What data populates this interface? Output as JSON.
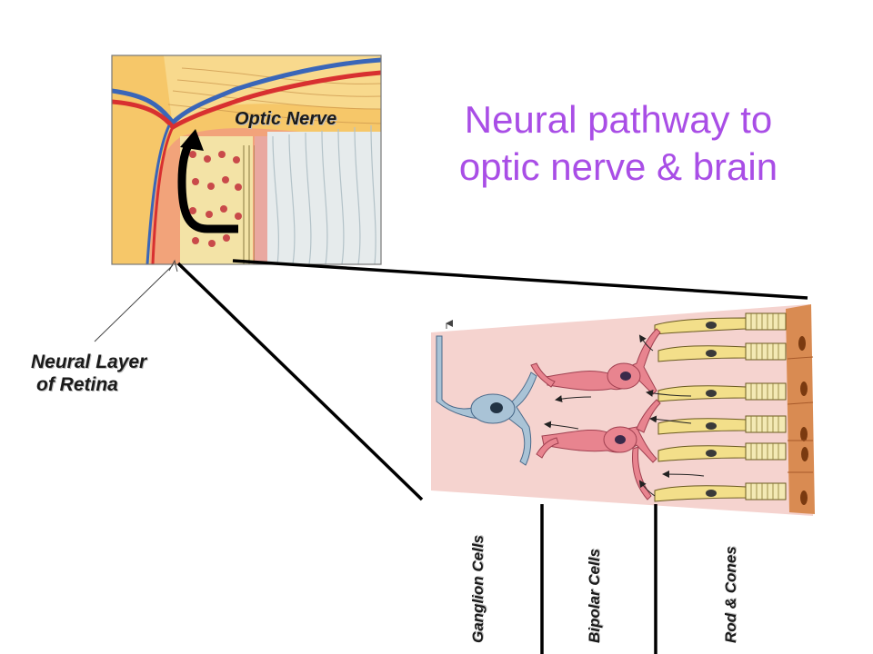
{
  "title": {
    "line1": "Neural pathway to",
    "line2": "optic nerve & brain"
  },
  "labels": {
    "optic_nerve": "Optic Nerve",
    "neural_layer_line1": "Neural Layer",
    "neural_layer_line2": "of Retina",
    "ganglion": "Ganglion Cells",
    "bipolar": "Bipolar Cells",
    "rods_cones": "Rod & Cones"
  },
  "colors": {
    "title": "#a94ee6",
    "tissue": "#f5d3cf",
    "photoreceptor": "#f3df8a",
    "bipolar": "#e8848f",
    "ganglion": "#a9c3d6",
    "epithelium": "#d98b52"
  }
}
